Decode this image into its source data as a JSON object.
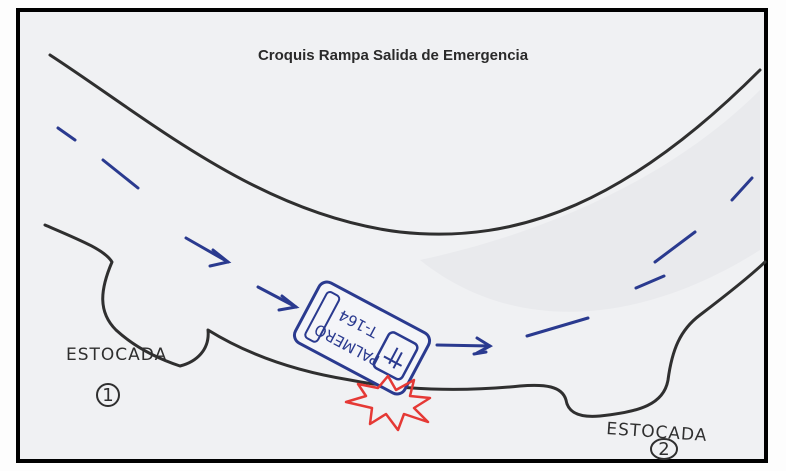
{
  "title": "Croquis Rampa Salida de Emergencia",
  "labels": {
    "stocade_1": {
      "text": "ESTOCADA",
      "number": "1"
    },
    "stocade_2": {
      "text": "ESTOCADA",
      "number": "2"
    }
  },
  "vehicle": {
    "plate": "T-164",
    "name": "PALMERO"
  },
  "colors": {
    "ink": "#2f2f2f",
    "route": "#2a3a8f",
    "impact": "#e53935",
    "paper": "#f0f1f3",
    "border": "#000000"
  }
}
